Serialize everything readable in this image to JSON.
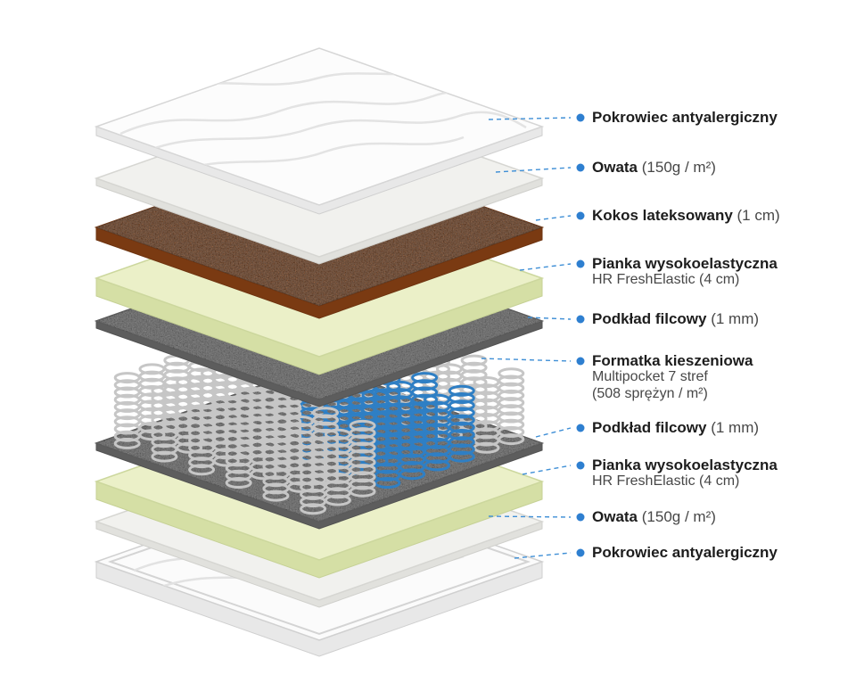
{
  "diagram": {
    "labels": [
      {
        "bold": "Pokrowiec antyalergiczny"
      },
      {
        "bold": "Owata",
        "rest": " (150g / m²)"
      },
      {
        "bold": "Kokos lateksowany",
        "rest": " (1 cm)"
      },
      {
        "bold": "Pianka wysokoelastyczna",
        "sub": [
          "HR FreshElastic (4 cm)"
        ]
      },
      {
        "bold": "Podkład filcowy",
        "rest": " (1 mm)"
      },
      {
        "bold": "Formatka kieszeniowa",
        "sub": [
          "Multipocket 7 stref",
          "(508 sprężyn / m²)"
        ]
      },
      {
        "bold": "Podkład filcowy",
        "rest": " (1 mm)"
      },
      {
        "bold": "Pianka wysokoelastyczna",
        "sub": [
          "HR FreshElastic (4 cm)"
        ]
      },
      {
        "bold": "Owata",
        "rest": " (150g / m²)"
      },
      {
        "bold": "Pokrowiec antyalergiczny"
      }
    ],
    "colors": {
      "leader": "#3f8fd6",
      "dot": "#2e7fd0",
      "label_bold": "#1d1d1d",
      "label_normal": "#474747",
      "cover": "#fbfbfb",
      "owata": "#f1f1ee",
      "kokos": "#a2521e",
      "foam": "#ebf0c8",
      "felt": "#7d7d7d",
      "spring_gray": "#c6c6c6",
      "spring_blue": "#2f7fc4"
    }
  }
}
